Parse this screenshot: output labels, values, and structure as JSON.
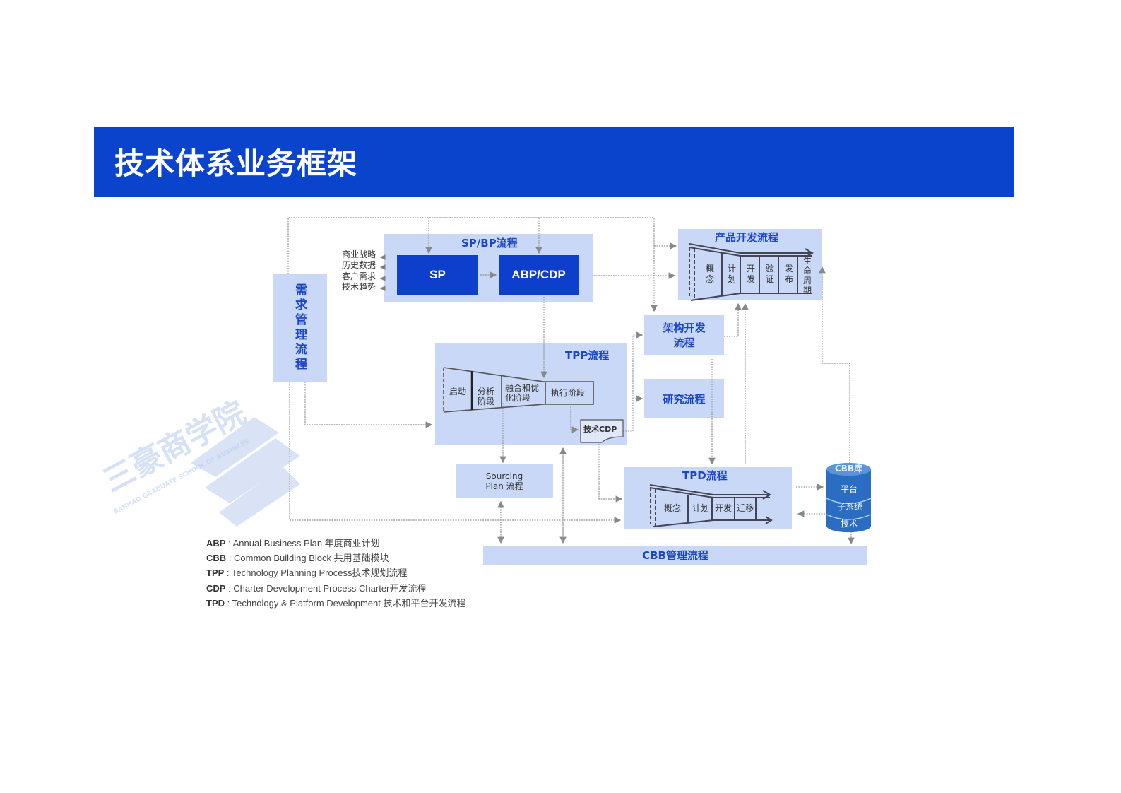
{
  "header": {
    "title": "技术体系业务框架",
    "background": "#0a43cc"
  },
  "watermark": {
    "name": "三豪商学院",
    "subtitle": "SANHAO GRADUATE SCHOOL OF BUSINESS"
  },
  "demand": {
    "label": "需求管理流程"
  },
  "spbp": {
    "title": "SP/BP流程",
    "sp": "SP",
    "abp": "ABP/CDP",
    "inputs": [
      "商业战略",
      "历史数据",
      "客户需求",
      "技术趋势"
    ]
  },
  "product": {
    "title": "产品开发流程",
    "stages": [
      "概念",
      "计划",
      "开发",
      "验证",
      "发布",
      "生命周期"
    ]
  },
  "arch": {
    "label": "架构开发流程"
  },
  "research": {
    "label": "研究流程"
  },
  "tpp": {
    "title": "TPP流程",
    "stages": [
      "启动",
      "分析阶段",
      "融合和优化阶段",
      "执行阶段"
    ],
    "tech_cdp": "技术CDP"
  },
  "sourcing": {
    "label": "Sourcing Plan 流程"
  },
  "tpd": {
    "title": "TPD流程",
    "stages": [
      "概念",
      "计划",
      "开发",
      "迁移"
    ]
  },
  "cbb_lib": {
    "title": "CBB库",
    "items": [
      "平台",
      "子系统",
      "技术"
    ]
  },
  "cbb_mgmt": {
    "label": "CBB管理流程"
  },
  "legend": [
    {
      "abbr": "ABP",
      "text": "Annual Business Plan 年度商业计划"
    },
    {
      "abbr": "CBB",
      "text": "Common Building Block 共用基础模块"
    },
    {
      "abbr": "TPP",
      "text": "Technology Planning Process技术规划流程"
    },
    {
      "abbr": "CDP",
      "text": "Charter Development Process  Charter开发流程"
    },
    {
      "abbr": "TPD",
      "text": "Technology & Platform Development  技术和平台开发流程"
    }
  ]
}
